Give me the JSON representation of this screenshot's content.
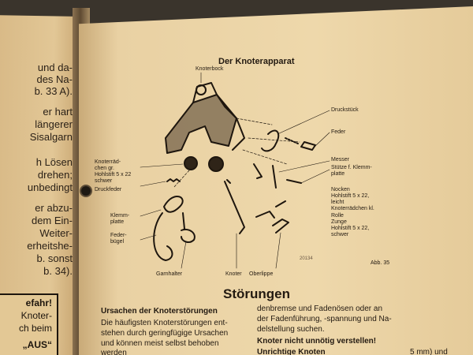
{
  "left_page": {
    "lines": [
      "und da-",
      "des Na-",
      "b. 33 A).",
      "er hart",
      "längerer",
      "Sisalgarn",
      "h Lösen",
      "drehen;",
      "unbedingt",
      "er abzu-",
      "dem Ein-",
      "Weiter-",
      "erheitshe-",
      "b. sonst",
      "b. 34)."
    ],
    "box_lines": [
      "efahr!",
      "Knoter-",
      "ch beim",
      "„AUS“"
    ]
  },
  "figure": {
    "title": "Der Knoterapparat",
    "labels": {
      "knoterbock": "Knoterbock",
      "druckstueck": "Druckstück",
      "feder": "Feder",
      "messer": "Messer",
      "stuetze": "Stütze f. Klemm-",
      "stuetze2": "platte",
      "knoterraedchen_gr": "Knoterräd-",
      "knoterraedchen_gr2": "chen gr.",
      "hohlstift_schwer": "Hohlstift 5 x 22",
      "hohlstift_schwer2": "schwer",
      "druckfeder": "Druckfeder",
      "nocken": "Nocken",
      "hohlstift_leicht": "Hohlstift 5 x 22,",
      "hohlstift_leicht2": "leicht",
      "knoterraedchen_kl": "Knoterrädchen kl.",
      "rolle": "Rolle",
      "zunge": "Zunge",
      "hohlstift_schwer_r": "Hohlstift 5 x 22,",
      "hohlstift_schwer_r2": "schwer",
      "klemmplatte": "Klemm-",
      "klemmplatte2": "platte",
      "federbuegel": "Feder-",
      "federbuegel2": "bügel",
      "garnhalter": "Garnhalter",
      "knoter": "Knoter",
      "oberlippe": "Oberlippe",
      "fig_number": "Abb. 35",
      "drawing_no": "20134"
    }
  },
  "section": {
    "heading": "Störungen",
    "sub1": "Ursachen der Knoterstörungen",
    "col1": [
      "Die häufigsten Knoterstörungen ent-",
      "stehen durch geringfügige Ursachen",
      "und können meist selbst behoben",
      "werden"
    ],
    "col2": [
      "denbremse und Fadenösen oder an",
      "der Fadenführung, -spannung und Na-",
      "delstellung suchen."
    ],
    "sub2": "Knoter nicht unnötig verstellen!",
    "sub3": "Unrichtige Knoten",
    "col2_tail": "5 mm) und"
  },
  "colors": {
    "paper": "#eed8ab",
    "ink": "#231a11",
    "shadow": "#3a342c"
  }
}
